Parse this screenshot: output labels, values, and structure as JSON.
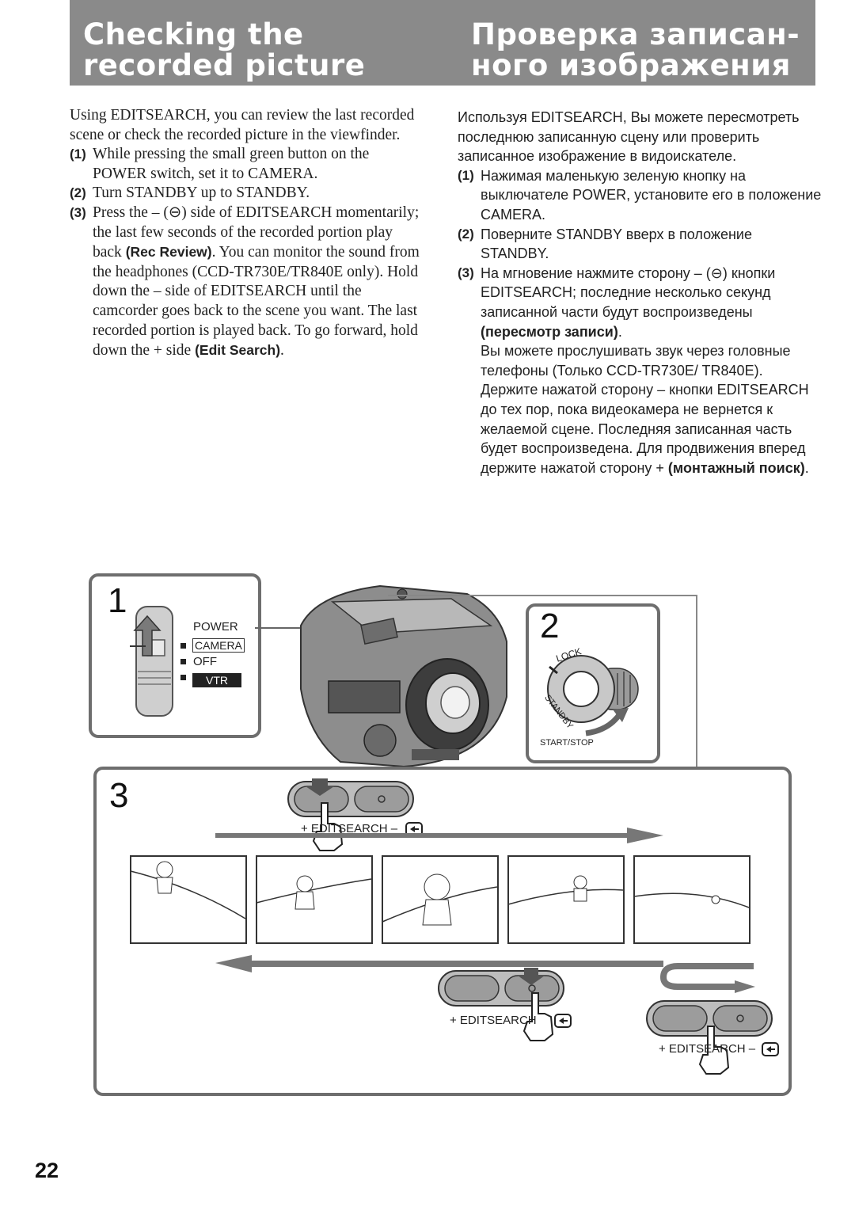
{
  "header": {
    "title_en_line1": "Checking the",
    "title_en_line2": "recorded picture",
    "title_ru_line1": "Проверка записан-",
    "title_ru_line2": "ного изображения"
  },
  "english": {
    "intro": "Using EDITSEARCH, you can review the last recorded scene or check the recorded picture in the viewfinder.",
    "steps": [
      {
        "num": "(1)",
        "text": "While pressing the small green button on the POWER switch, set it to CAMERA."
      },
      {
        "num": "(2)",
        "text": "Turn STANDBY up to STANDBY."
      },
      {
        "num": "(3)",
        "text_a": "Press the – (⊖) side of EDITSEARCH momentarily; the last few seconds of the recorded portion play back ",
        "bold_a": "(Rec Review)",
        "text_b": ". You can monitor the sound from the headphones (CCD-TR730E/TR840E only). Hold down the – side of EDITSEARCH until the camcorder goes back to the scene you want.  The last recorded portion is played back.  To go forward, hold down the + side ",
        "bold_b": "(Edit Search)",
        "text_c": "."
      }
    ]
  },
  "russian": {
    "intro": "Используя EDITSEARCH, Вы можете пересмотреть последнюю записанную сцену или проверить записанное изображение в видоискателе.",
    "steps": [
      {
        "num": "(1)",
        "text": "Нажимая маленькую зеленую кнопку на выключателе POWER, установите его в положение CAMERA."
      },
      {
        "num": "(2)",
        "text": "Поверните STANDBY вверх в положение STANDBY."
      },
      {
        "num": "(3)",
        "text_a": "На мгновение нажмите сторону – (⊖) кнопки EDITSEARCH; последние несколько секунд записанной части будут воспроизведены ",
        "bold_a": "(пересмотр записи)",
        "text_b": ".",
        "text_c": "Вы можете прослушивать звук через головные телефоны (Только CCD-TR730E/ TR840E).",
        "text_d": "Держите нажатой сторону – кнопки EDITSEARCH до тех пор, пока видеокамера не вернется к желаемой сцене. Последняя записанная часть будет воспроизведена. Для продвижения вперед держите нажатой сторону + ",
        "bold_b": "(монтажный поиск)",
        "text_e": "."
      }
    ]
  },
  "figure1": {
    "number": "1",
    "power_label": "POWER",
    "camera_label": "CAMERA",
    "off_label": "OFF",
    "vtr_label": "VTR"
  },
  "figure2": {
    "number": "2",
    "lock_label": "LOCK",
    "standby_label": "STANDBY",
    "startstop_label": "START/STOP"
  },
  "figure3": {
    "number": "3",
    "editsearch_label_1": "+ EDITSEARCH –",
    "editsearch_label_2": "+ EDITSEARCH",
    "editsearch_label_3": "+ EDITSEARCH –"
  },
  "page_number": "22"
}
